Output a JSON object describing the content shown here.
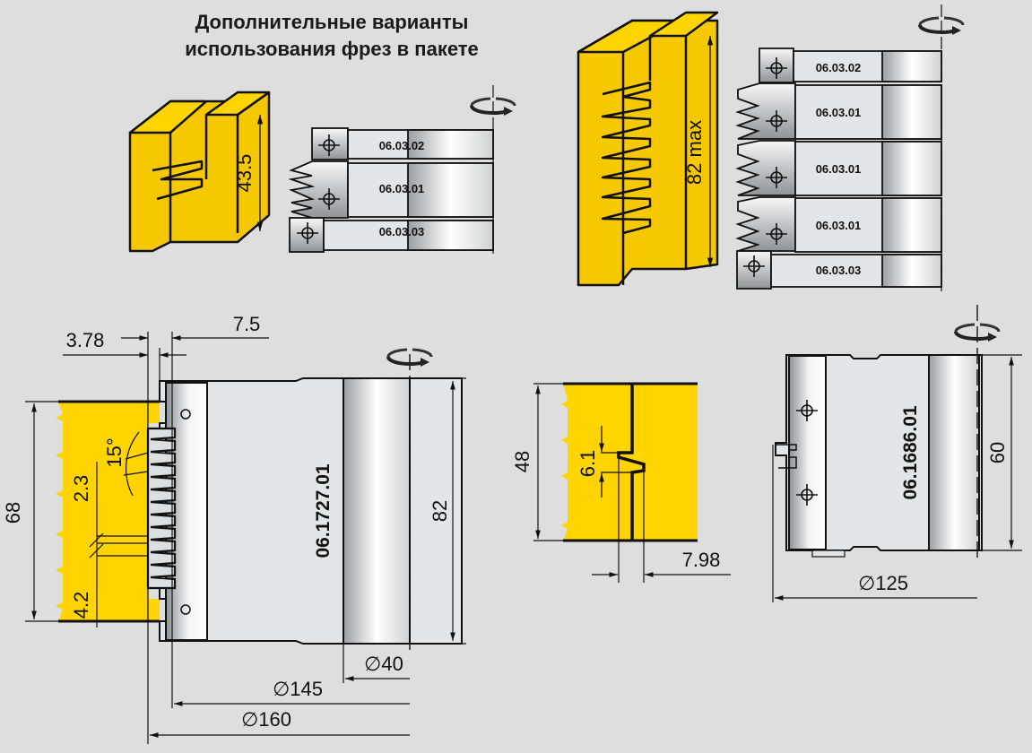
{
  "title": {
    "line1": "Дополнительные варианты",
    "line2": "использования фрез в  пакете"
  },
  "colors": {
    "background": "#dedede",
    "workpiece": "#f5c800",
    "workpiece_light": "#ffd400",
    "steel": "#e3e6e8",
    "outline": "#111111"
  },
  "pack_small": {
    "height_label": "43.5",
    "cutters": [
      "06.03.02",
      "06.03.01",
      "06.03.03"
    ]
  },
  "pack_large": {
    "height_label": "82 max",
    "cutters": [
      "06.03.02",
      "06.03.01",
      "06.03.01",
      "06.03.01",
      "06.03.03"
    ]
  },
  "cutter_main": {
    "code": "06.1727.01",
    "dims": {
      "offset_a": "3.78",
      "offset_b": "7.5",
      "workpiece_height": "68",
      "pitch": "2.3",
      "angle": "15°",
      "edge": "4.2",
      "height": "82",
      "bore": "∅40",
      "d_body": "∅145",
      "d_outer": "∅160"
    }
  },
  "joint_detail": {
    "height": "48",
    "tongue": "6.1",
    "depth": "7.98"
  },
  "cutter_groove": {
    "code": "06.1686.01",
    "dims": {
      "height": "60",
      "diameter": "∅125"
    }
  },
  "icons": [
    "rotation-arrow-icon",
    "crosshair-mount-icon"
  ]
}
